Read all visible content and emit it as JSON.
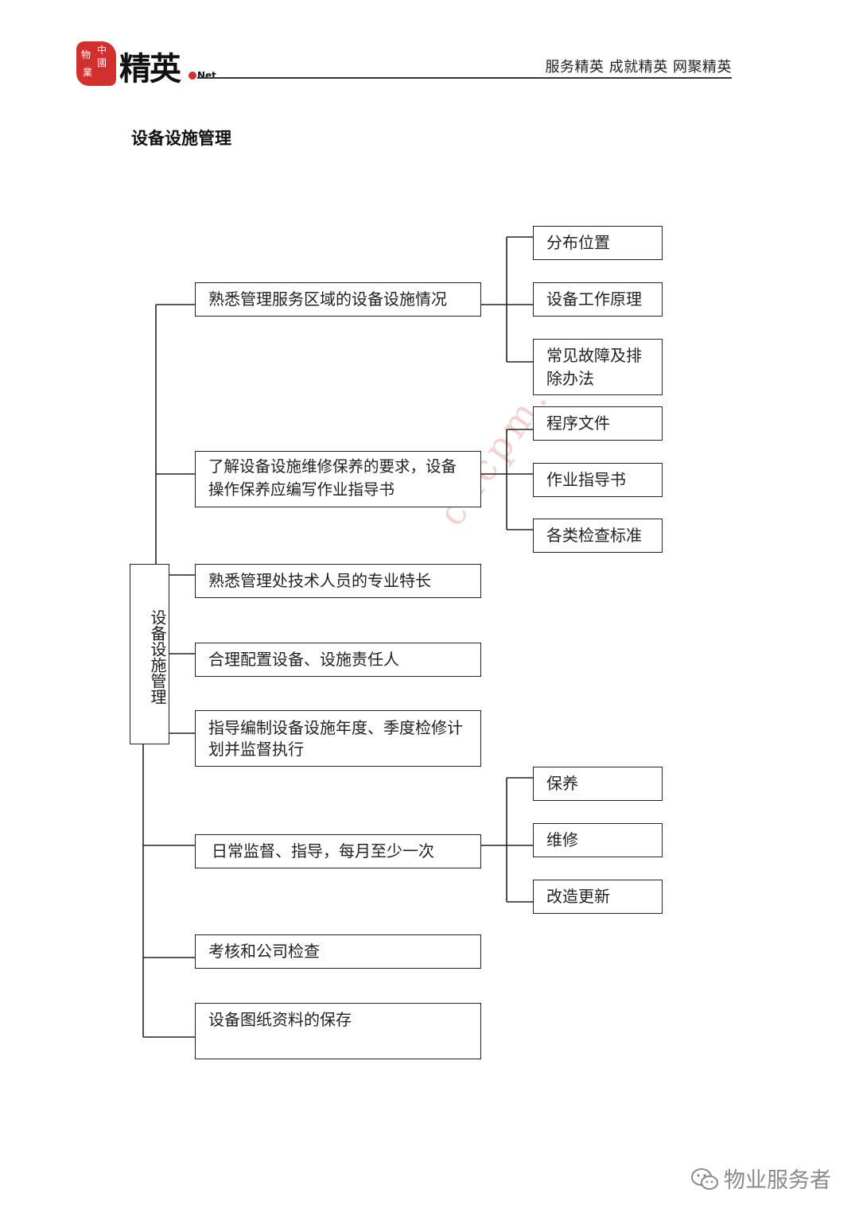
{
  "header": {
    "seal_chars": [
      "中",
      "國",
      "物",
      "業"
    ],
    "brand": "精英",
    "brand_suffix": "Net",
    "slogan": "服务精英  成就精英  网聚精英",
    "accent_color": "#d2302c"
  },
  "page_title": "设备设施管理",
  "diagram": {
    "root": "设备设施管理",
    "branches": [
      {
        "label": "熟悉管理服务区域的设备设施情况",
        "children": [
          "分布位置",
          "设备工作原理",
          "常见故障及排除办法"
        ]
      },
      {
        "label": "了解设备设施维修保养的要求，设备操作保养应编写作业指导书",
        "children": [
          "程序文件",
          "作业指导书",
          "各类检查标准"
        ]
      },
      {
        "label": "熟悉管理处技术人员的专业特长",
        "children": []
      },
      {
        "label": "合理配置设备、设施责任人",
        "children": []
      },
      {
        "label": "指导编制设备设施年度、季度检修计划并监督执行",
        "children": []
      },
      {
        "label": "日常监督、指导，每月至少一次",
        "children": [
          "保养",
          "维修",
          "改造更新"
        ]
      },
      {
        "label": "考核和公司检查",
        "children": []
      },
      {
        "label": "设备图纸资料的保存",
        "children": []
      }
    ]
  },
  "watermark": "cncpm.ne",
  "footer": {
    "account": "物业服务者",
    "icon": "wechat-icon"
  }
}
